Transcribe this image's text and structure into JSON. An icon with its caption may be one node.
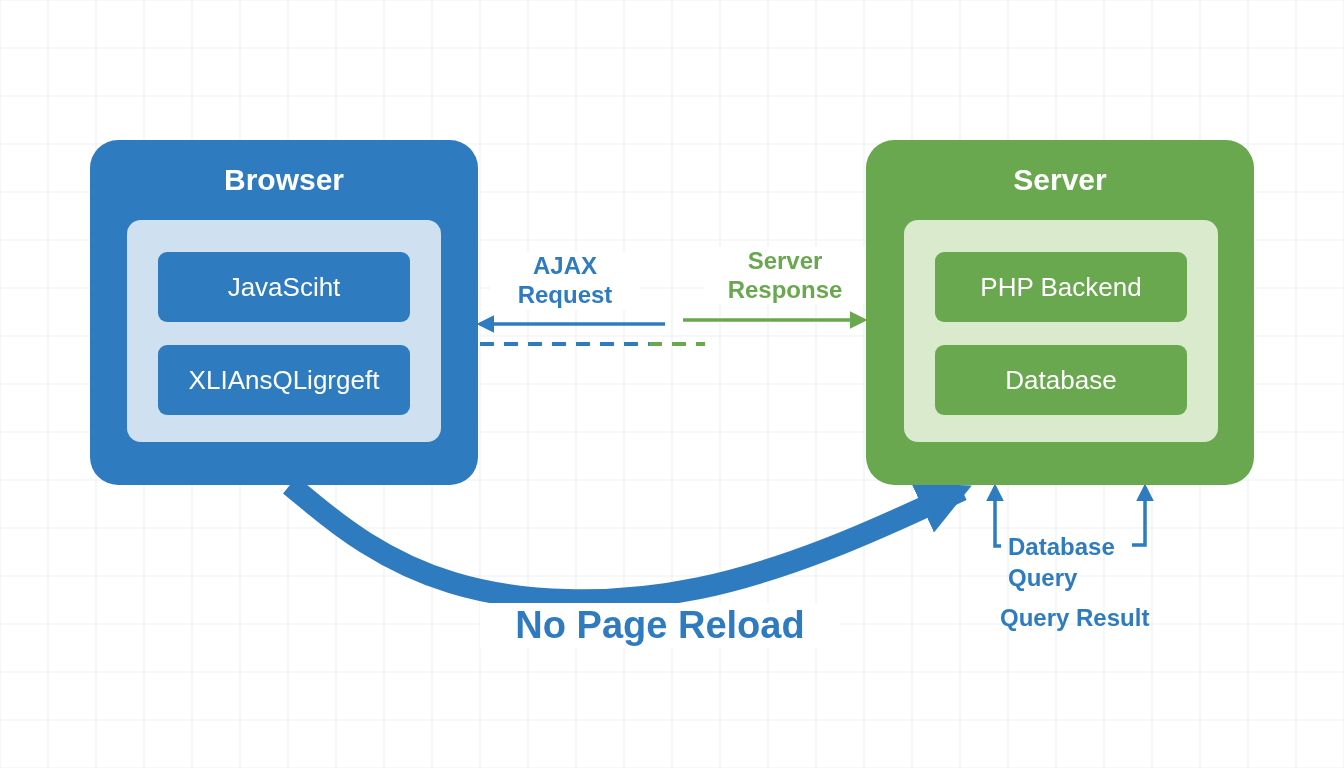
{
  "diagram": {
    "nodes": [
      {
        "text": [
          "Browser"
        ]
      },
      {
        "text": [],
        "shape": "box",
        "in": 0
      },
      {
        "text": [
          "JavaSciht"
        ],
        "in": 1
      },
      {
        "text": [
          "XLIAnsQLigrgeft"
        ],
        "in": 1
      },
      {
        "text": [
          "Server"
        ]
      },
      {
        "text": [],
        "shape": "box",
        "in": 4
      },
      {
        "text": [
          "PHP Backend"
        ],
        "in": 5
      },
      {
        "text": [
          "Database"
        ],
        "in": 5
      },
      {
        "text": [
          "Database Query"
        ]
      }
    ],
    "edges": [
      {
        "from": null,
        "to": 0,
        "arrow": "to",
        "label": "AJAX Request"
      },
      {
        "from": null,
        "to": 4,
        "arrow": "to",
        "label": "Server Response",
        "color": "#6aa84f"
      },
      {
        "from": 0,
        "to": null,
        "arrow": "none",
        "style": "dashed"
      },
      {
        "from": 0,
        "to": 4,
        "arrow": "to",
        "label": "No Page Reload",
        "style": "thick"
      },
      {
        "from": 8,
        "to": 4,
        "arrow": "to"
      },
      {
        "from": 8,
        "to": 4,
        "arrow": "to"
      }
    ],
    "labels": [
      "Query Result"
    ]
  }
}
